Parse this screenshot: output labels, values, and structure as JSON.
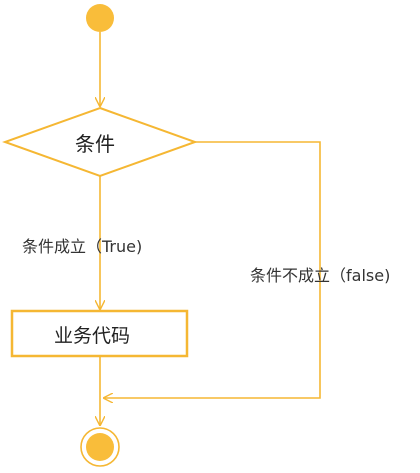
{
  "diagram": {
    "decision_label": "条件",
    "true_branch_label": "条件成立（True)",
    "false_branch_label": "条件不成立（false)",
    "process_label": "业务代码"
  },
  "colors": {
    "accent": "#F9BD3A",
    "stroke": "#F5B733",
    "text": "#333333",
    "background": "#FFFFFF"
  }
}
